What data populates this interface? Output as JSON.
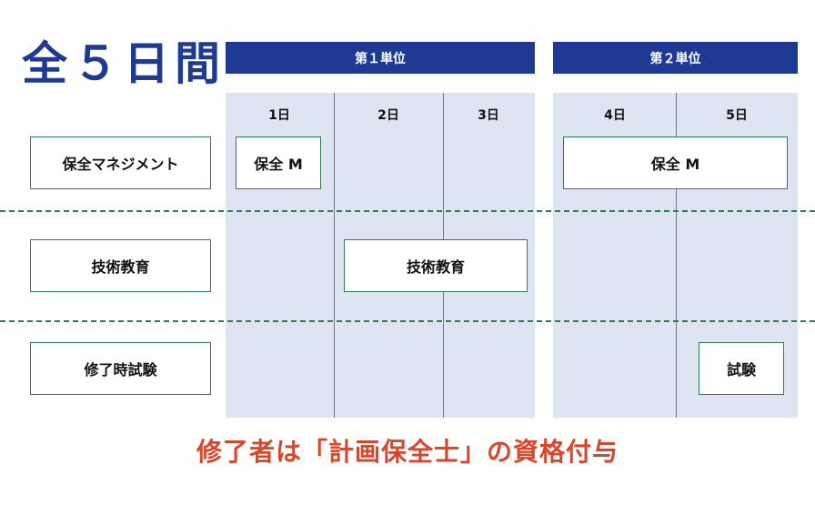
{
  "title": "全５日間",
  "units": [
    {
      "label": "第１単位"
    },
    {
      "label": "第２単位"
    }
  ],
  "days": [
    "1日",
    "2日",
    "3日",
    "4日",
    "5日"
  ],
  "rows": [
    {
      "label": "保全マネジメント"
    },
    {
      "label": "技術教育"
    },
    {
      "label": "修了時試験"
    }
  ],
  "blocks": {
    "m1": "保全 M",
    "m2": "保全 M",
    "tech": "技術教育",
    "exam": "試験"
  },
  "footer": "修了者は「計画保全士」の資格付与",
  "colors": {
    "primary": "#1f3a93",
    "panel": "#dfe4f2",
    "green": "#2f7d4f",
    "accent": "#d9472b"
  }
}
